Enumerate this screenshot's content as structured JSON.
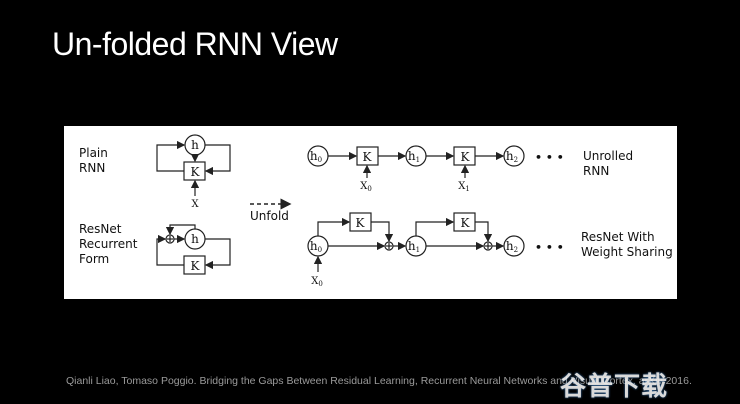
{
  "slide": {
    "title": "Un-folded RNN View",
    "citation": "Qianli Liao, Tomaso Poggio. Bridging the Gaps Between Residual Learning, Recurrent Neural Networks and Visual Cortex. arXiv 2016.",
    "watermark": "谷普下载"
  },
  "diagram": {
    "labels": {
      "plain_rnn_line1": "Plain",
      "plain_rnn_line2": "RNN",
      "resnet_line1": "ResNet",
      "resnet_line2": "Recurrent",
      "resnet_line3": "Form",
      "unfold": "Unfold",
      "unrolled_line1": "Unrolled",
      "unrolled_line2": "RNN",
      "resnet_ws_line1": "ResNet With",
      "resnet_ws_line2": "Weight Sharing",
      "ellipsis": "• • •"
    },
    "nodes": {
      "h": "h",
      "k": "K",
      "x": "X",
      "h0": "h",
      "h1": "h",
      "h2": "h",
      "x0": "X",
      "x1": "X",
      "sub0": "0",
      "sub1": "1",
      "sub2": "2"
    }
  }
}
